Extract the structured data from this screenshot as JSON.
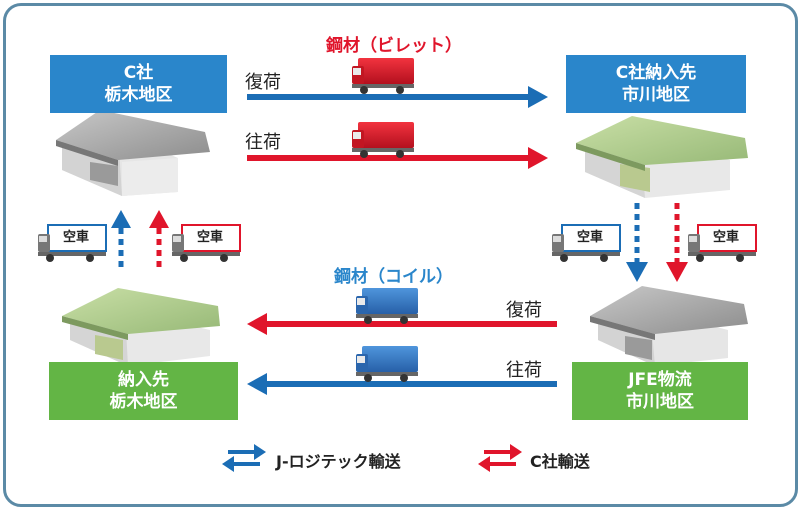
{
  "nodes": {
    "c_tochigi": [
      "C社",
      "栃木地区"
    ],
    "c_dest_ichikawa": [
      "C社納入先",
      "市川地区"
    ],
    "dest_tochigi": [
      "納入先",
      "栃木地区"
    ],
    "jfe_ichikawa": [
      "JFE物流",
      "市川地区"
    ]
  },
  "cargo": {
    "top": "鋼材（ビレット）",
    "bottom": "鋼材（コイル）"
  },
  "trip_labels": {
    "return_trip": "復荷",
    "outbound_trip": "往荷"
  },
  "empty_truck_label": "空車",
  "legend": {
    "jlogitec": "J-ロジテック輸送",
    "c_company": "C社輸送"
  },
  "colors": {
    "blue": "#1b6db5",
    "red": "#e0152b",
    "box_blue": "#2a86cb",
    "box_green": "#63b545",
    "frame": "#5b8aa6"
  }
}
